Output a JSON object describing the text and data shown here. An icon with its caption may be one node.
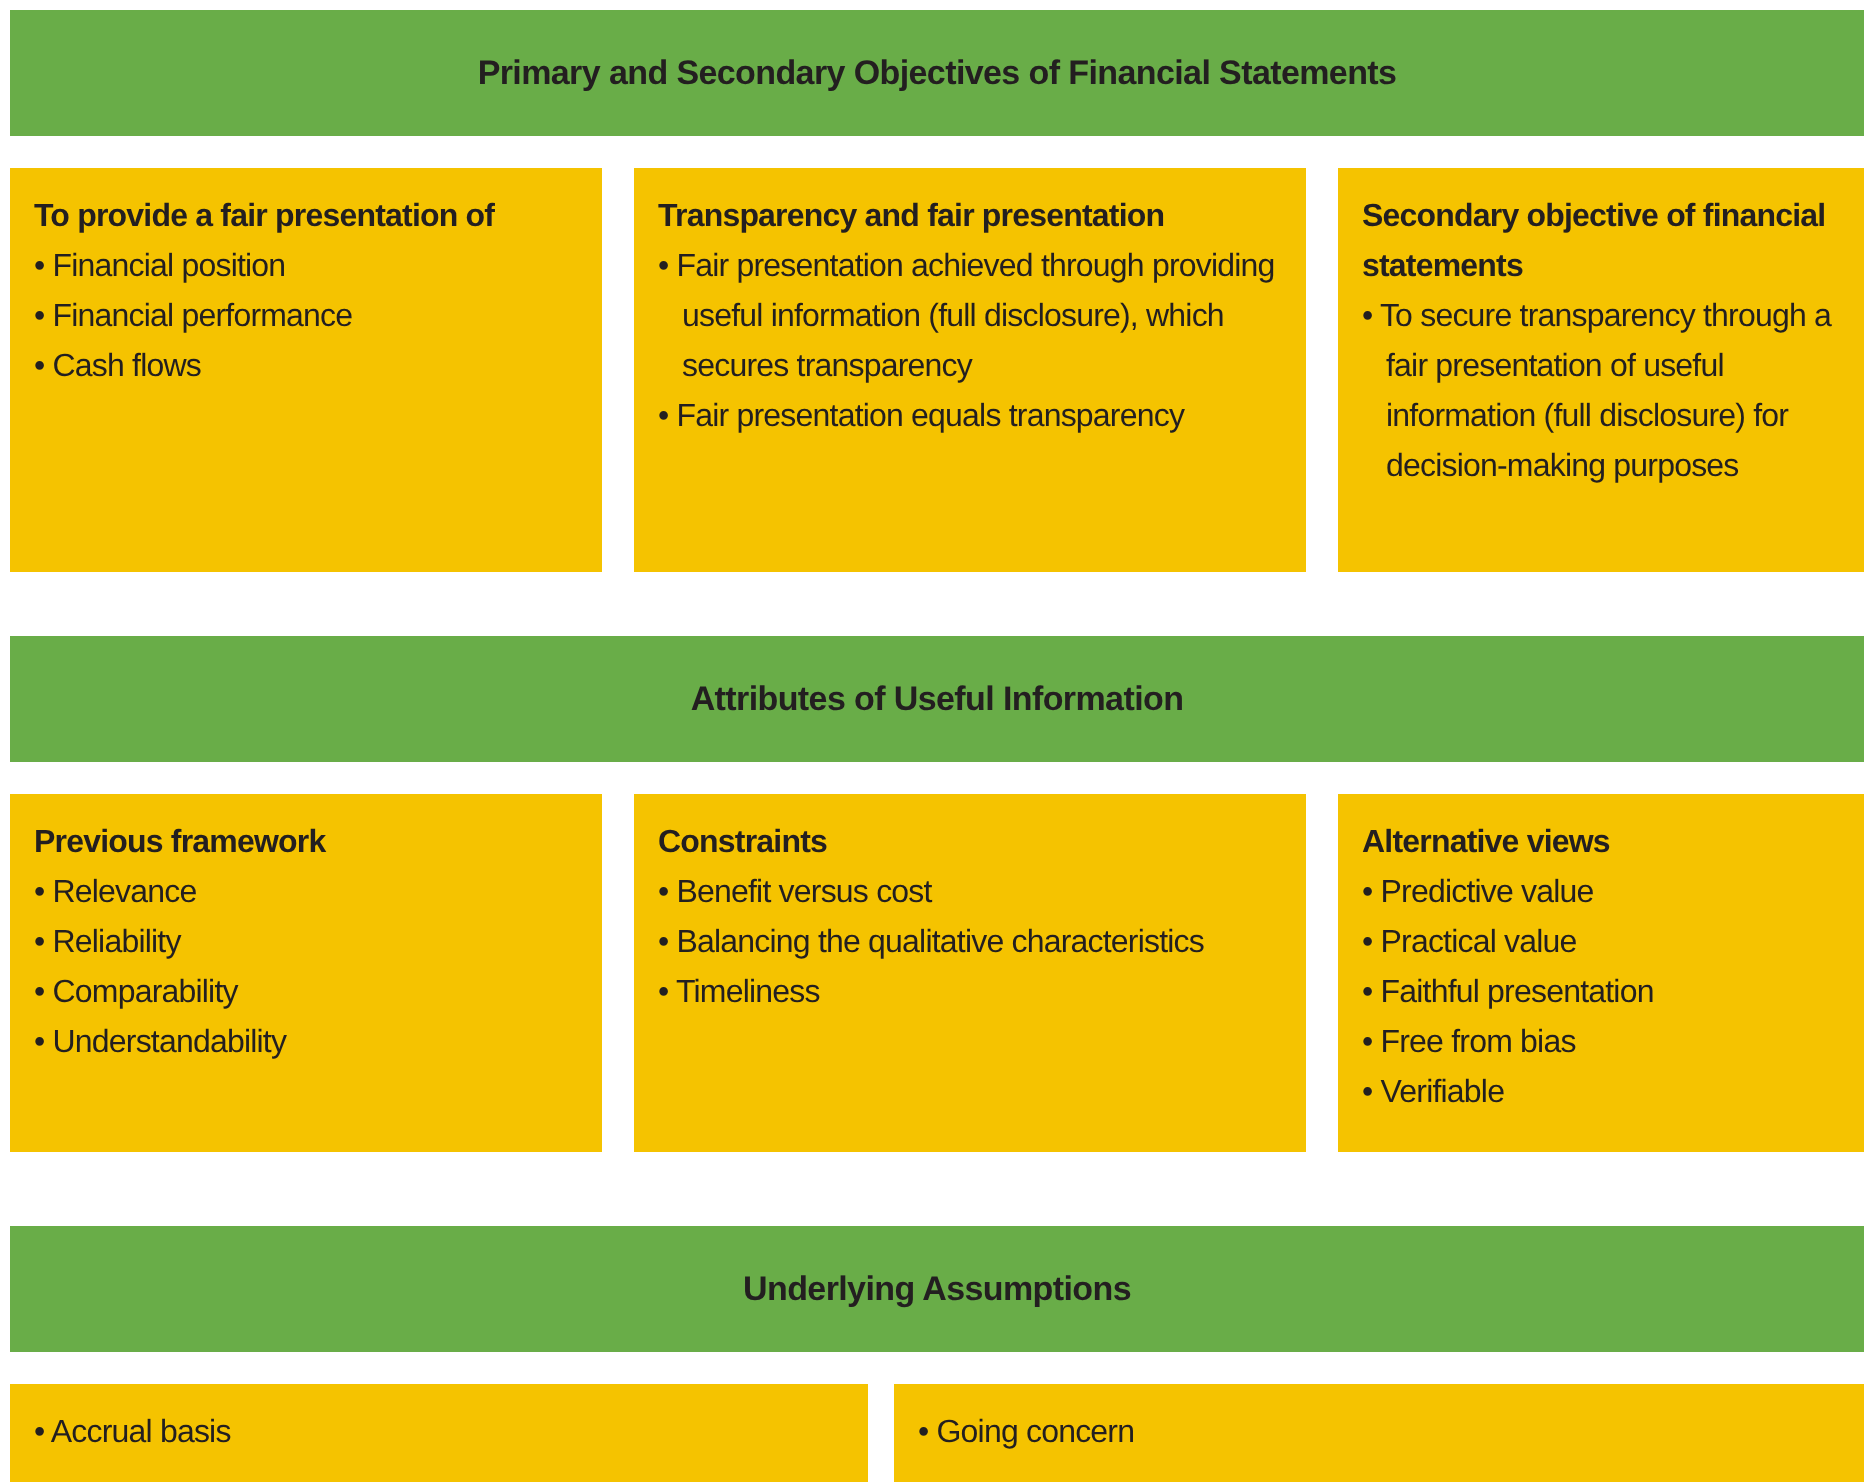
{
  "diagram": {
    "nodes": [
      {
        "text": [
          "Primary and Secondary Objectives of Financial Statements"
        ]
      },
      {
        "text": [
          "To provide a fair presentation of",
          "• Financial position",
          "• Financial performance",
          "• Cash flows"
        ]
      },
      {
        "text": [
          "Transparency and fair presentation",
          "• Fair presentation achieved through providing useful information (full disclosure), which secures transparency",
          "• Fair presentation equals transparency"
        ]
      },
      {
        "text": [
          "Secondary objective of financial statements",
          "• To secure transparency through a fair presentation of useful information (full disclosure) for decision-making purposes"
        ]
      },
      {
        "text": [
          "Attributes of Useful Information"
        ]
      },
      {
        "text": [
          "Previous framework",
          "• Relevance",
          "• Reliability",
          "• Comparability",
          "• Understandability"
        ]
      },
      {
        "text": [
          "Constraints",
          "• Benefit versus cost",
          "• Balancing the qualitative characteristics",
          "• Timeliness"
        ]
      },
      {
        "text": [
          "Alternative views",
          "• Predictive value",
          "• Practical value",
          "• Faithful presentation",
          "• Free from bias",
          "• Verifiable"
        ]
      },
      {
        "text": [
          "Underlying Assumptions"
        ]
      },
      {
        "text": [
          "• Accrual basis"
        ]
      },
      {
        "text": [
          "• Going concern"
        ]
      }
    ]
  }
}
